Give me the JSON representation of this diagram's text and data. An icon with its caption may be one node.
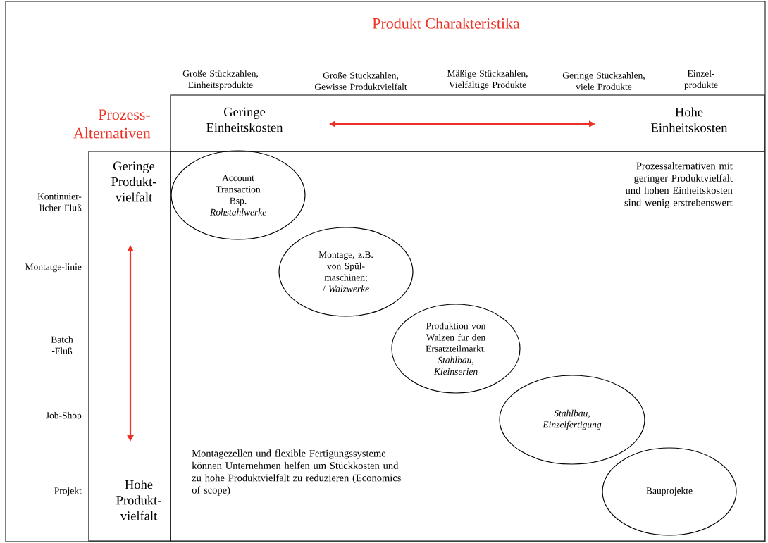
{
  "diagram": {
    "title": "Produkt Charakteristika",
    "nodes": [
      {
        "text": [
          "Geringe Einheitskosten",
          "Hohe Einheitskosten"
        ]
      },
      {
        "text": [
          "Geringe Produkt- vielfalt",
          "Hohe Produkt- vielfalt"
        ]
      },
      {
        "text": [
          "Prozessalternativen mit geringer Produktvielfalt und hohen Einheitskosten sind wenig erstrebenswert",
          "Montagezellen und flexible Fertigungssysteme können Unternehmen helfen um Stückkosten und zu hohe Produktvielfalt zu reduzieren (Economics of scope)"
        ]
      },
      {
        "text": [
          "Account Transaction Bsp. *Rohstahlwerke*"
        ],
        "in": 2
      },
      {
        "text": [
          "Montage, z.B. von Spül- maschinen; / *Walzwerke*"
        ],
        "in": 2
      },
      {
        "text": [
          "Produktion von Walzen für den Ersatzteilmarkt. *Stahlbau, Kleinserien*"
        ],
        "in": 2
      },
      {
        "text": [
          "*Stahlbau, Einzelfertigung*"
        ],
        "in": 2
      },
      {
        "text": [
          "Bauprojekte"
        ],
        "in": 2
      }
    ],
    "labels": [
      "Große Stückzahlen, Einheitsprodukte",
      "Große Stückzahlen, Gewisse Produktvielfalt",
      "Mäßige Stückzahlen, Vielfältige Produkte",
      "Geringe Stückzahlen, viele Produkte",
      "Einzel- produkte",
      "Prozess- Alternativen",
      "Kontinuier- licher Fluß",
      "Montatge-linie",
      "Batch -Fluß",
      "Job-Shop",
      "Projekt"
    ]
  }
}
